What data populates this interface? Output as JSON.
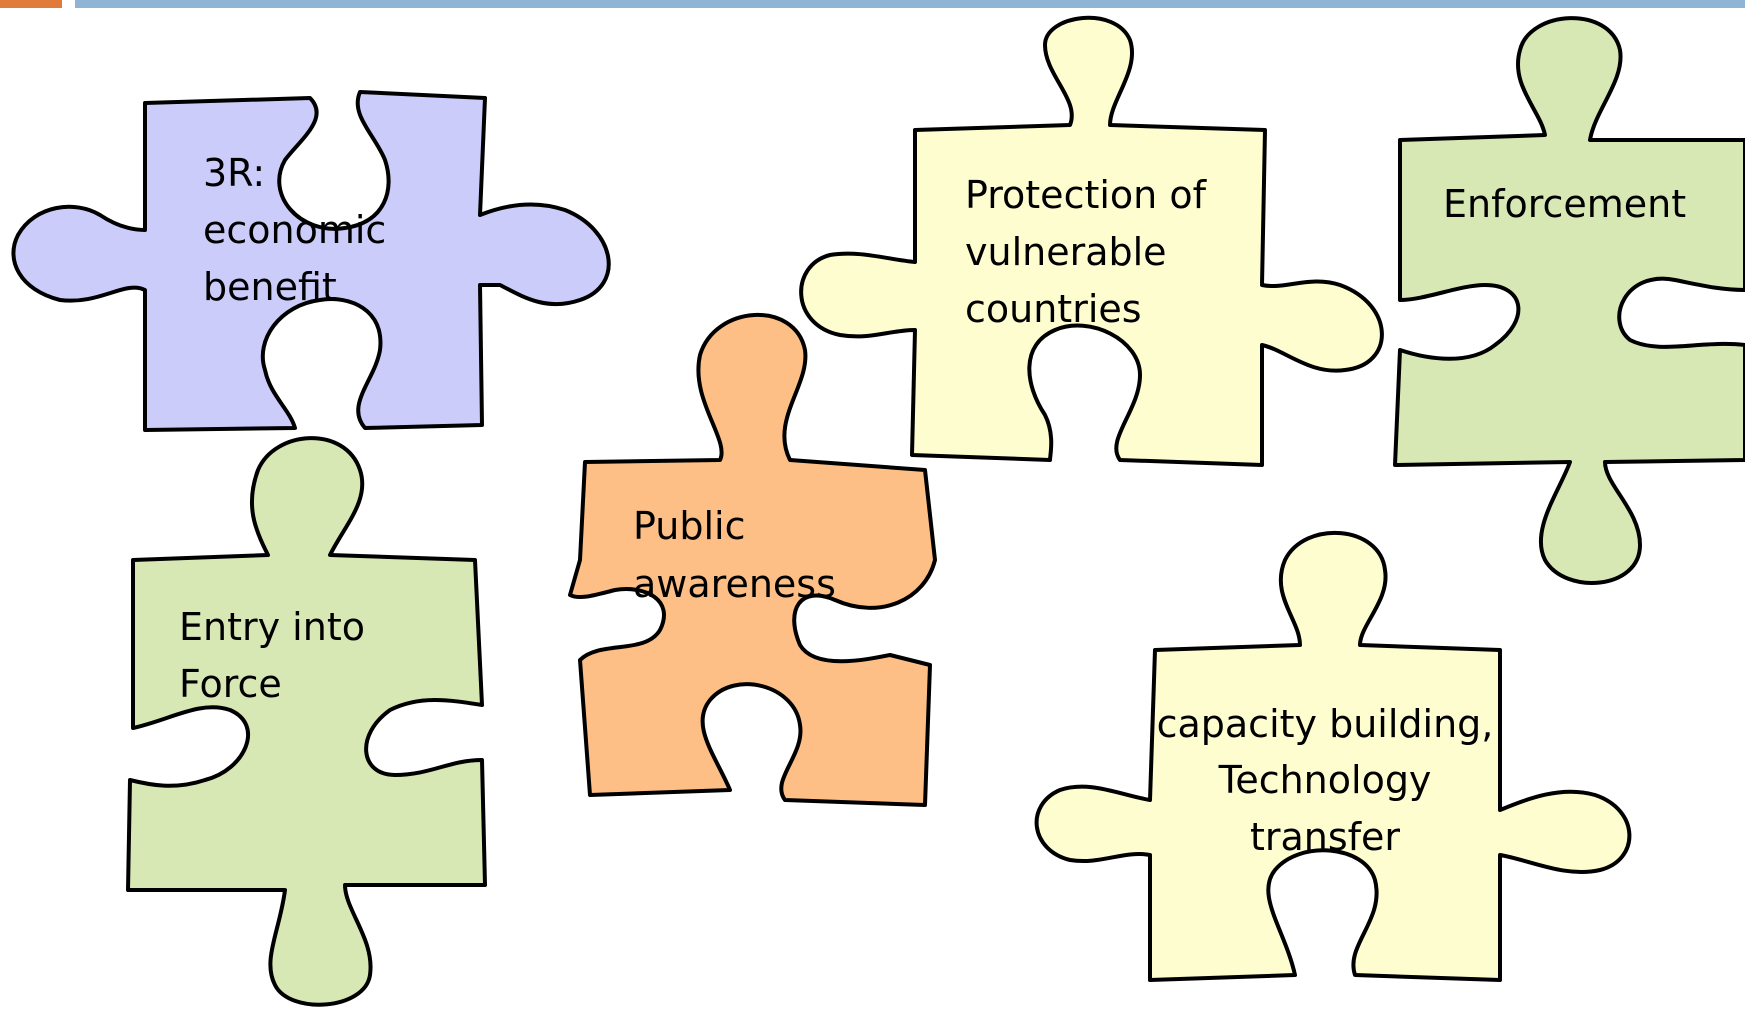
{
  "slide": {
    "colors": {
      "accent": "#e07b39",
      "rule": "#8fb4d6",
      "lavender": "#ccccfb",
      "green": "#d8e8b5",
      "yellow": "#fefdd0",
      "orange": "#fdbf86"
    },
    "pieces": [
      {
        "name": "puzzle-piece-3r",
        "color": "#ccccfb",
        "lines": [
          "3R:",
          "economic",
          "benefit"
        ]
      },
      {
        "name": "puzzle-piece-entry-into-force",
        "color": "#d8e8b5",
        "lines": [
          "Entry into",
          "Force"
        ]
      },
      {
        "name": "puzzle-piece-public-awareness",
        "color": "#fdbf86",
        "lines": [
          "Public",
          "awareness"
        ]
      },
      {
        "name": "puzzle-piece-protection",
        "color": "#fefdd0",
        "lines": [
          "Protection of",
          "vulnerable",
          "countries"
        ]
      },
      {
        "name": "puzzle-piece-enforcement",
        "color": "#d8e8b5",
        "lines": [
          "Enforcement"
        ]
      },
      {
        "name": "puzzle-piece-capacity",
        "color": "#fefdd0",
        "lines": [
          "capacity building,",
          "Technology",
          "transfer"
        ]
      }
    ]
  }
}
